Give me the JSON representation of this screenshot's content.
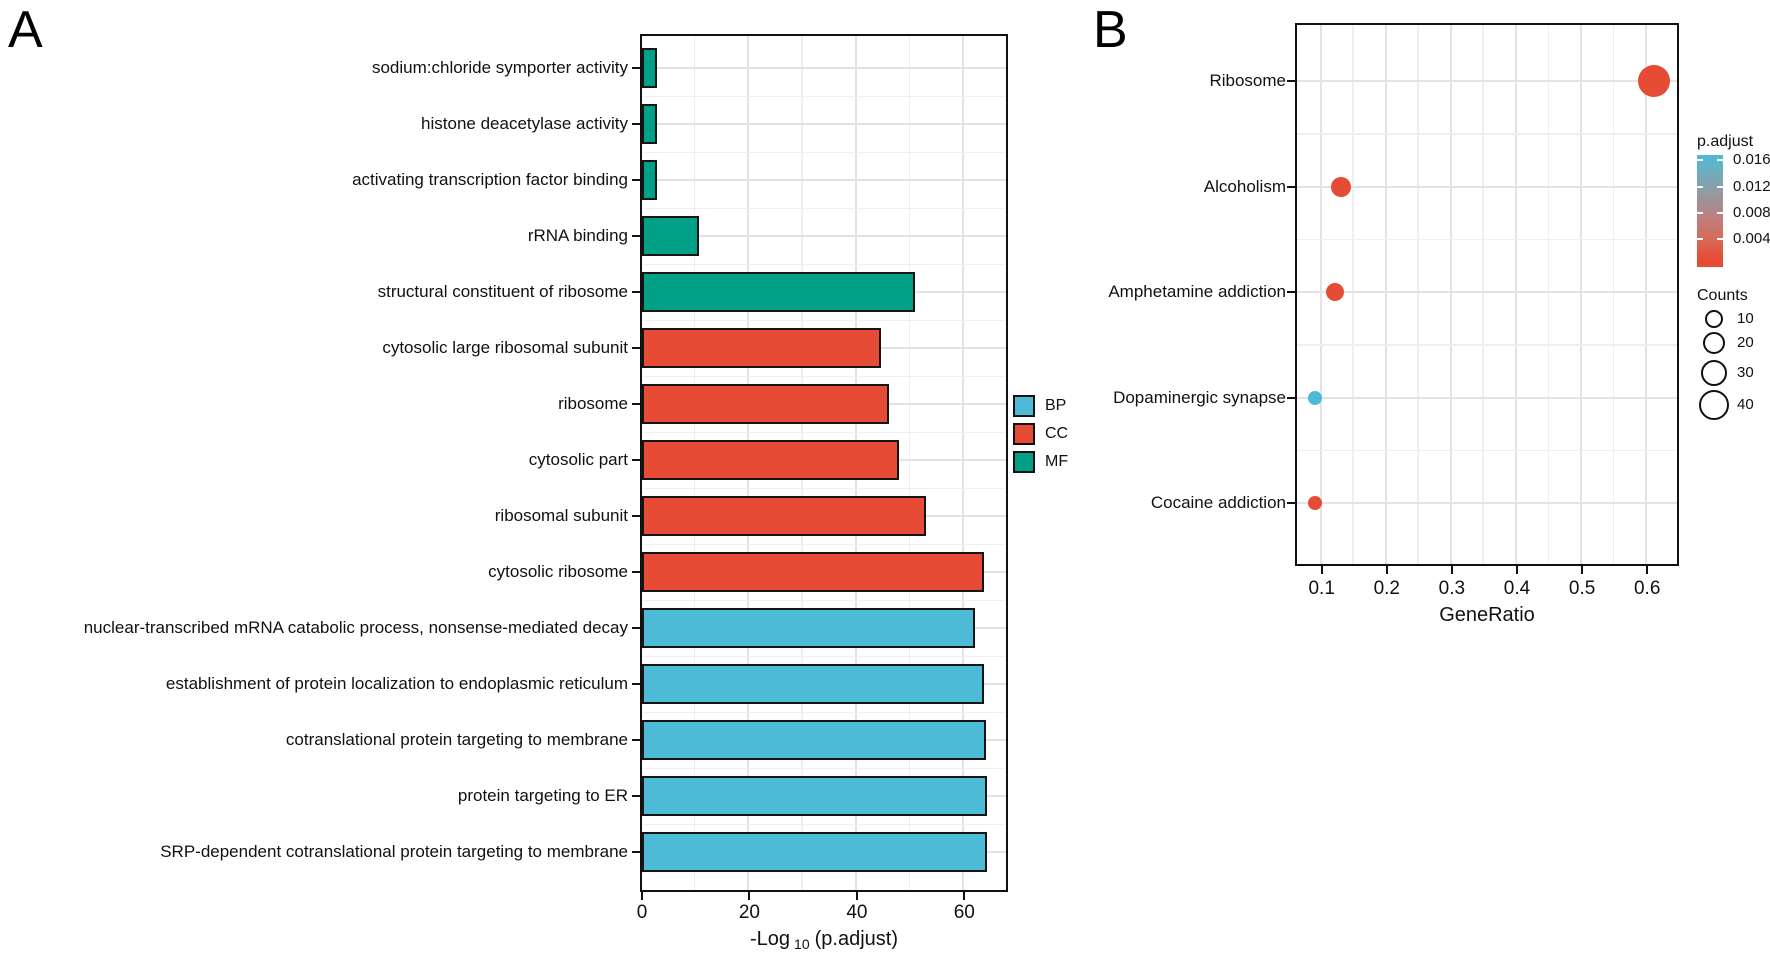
{
  "figure": {
    "panel_a_label": "A",
    "panel_b_label": "B",
    "background": "#FFFFFF"
  },
  "chart_data": [
    {
      "type": "bar",
      "orientation": "horizontal",
      "title": "",
      "xlabel": "-Log10 (p.adjust)",
      "xlabel_parts": {
        "prefix": "-Log",
        "sub": "10",
        "suffix": "(p.adjust)"
      },
      "xlim": [
        0,
        68.5
      ],
      "x_ticks": [
        0,
        20,
        40,
        60
      ],
      "grid": true,
      "legend_position": "right",
      "legend": [
        {
          "label": "BP",
          "color": "#4DBBD5"
        },
        {
          "label": "CC",
          "color": "#E64B35"
        },
        {
          "label": "MF",
          "color": "#00A087"
        }
      ],
      "categories": [
        "sodium:chloride symporter activity",
        "histone deacetylase activity",
        "activating transcription factor binding",
        "rRNA binding",
        "structural constituent of ribosome",
        "cytosolic large ribosomal subunit",
        "ribosome",
        "cytosolic part",
        "ribosomal subunit",
        "cytosolic ribosome",
        "nuclear-transcribed mRNA catabolic process, nonsense-mediated decay",
        "establishment of protein localization to endoplasmic reticulum",
        "cotranslational protein targeting to membrane",
        "protein targeting to ER",
        "SRP-dependent cotranslational protein targeting to membrane"
      ],
      "values": [
        2.8,
        2.8,
        2.8,
        10.6,
        50.8,
        44.5,
        46.0,
        47.9,
        52.9,
        63.7,
        61.9,
        63.7,
        64.0,
        64.2,
        64.3
      ],
      "groups": [
        "MF",
        "MF",
        "MF",
        "MF",
        "MF",
        "CC",
        "CC",
        "CC",
        "CC",
        "CC",
        "BP",
        "BP",
        "BP",
        "BP",
        "BP"
      ]
    },
    {
      "type": "scatter",
      "title": "",
      "xlabel": "GeneRatio",
      "xlim": [
        0.062,
        0.652
      ],
      "x_ticks": [
        0.1,
        0.2,
        0.3,
        0.4,
        0.5,
        0.6
      ],
      "grid": true,
      "categories": [
        "Ribosome",
        "Alcoholism",
        "Amphetamine addiction",
        "Dopaminergic synapse",
        "Cocaine addiction"
      ],
      "points": [
        {
          "pathway": "Ribosome",
          "gene_ratio": 0.61,
          "counts": 45,
          "p_adjust_approx": 0.001,
          "color": "#E64B35",
          "radius_px": 16
        },
        {
          "pathway": "Alcoholism",
          "gene_ratio": 0.13,
          "counts": 12,
          "p_adjust_approx": 0.002,
          "color": "#E64B35",
          "radius_px": 10
        },
        {
          "pathway": "Amphetamine addiction",
          "gene_ratio": 0.12,
          "counts": 10,
          "p_adjust_approx": 0.002,
          "color": "#E64B35",
          "radius_px": 9
        },
        {
          "pathway": "Dopaminergic synapse",
          "gene_ratio": 0.09,
          "counts": 6,
          "p_adjust_approx": 0.016,
          "color": "#4DBBD5",
          "radius_px": 7
        },
        {
          "pathway": "Cocaine addiction",
          "gene_ratio": 0.09,
          "counts": 8,
          "p_adjust_approx": 0.003,
          "color": "#E64B35",
          "radius_px": 7
        }
      ],
      "color_legend": {
        "title": "p.adjust",
        "tick_labels": [
          "0.016",
          "0.012",
          "0.008",
          "0.004"
        ],
        "top_color": "#4DBBD5",
        "bottom_color": "#E64B35"
      },
      "size_legend": {
        "title": "Counts",
        "entries": [
          {
            "label": "10",
            "radius_px": 9
          },
          {
            "label": "20",
            "radius_px": 11
          },
          {
            "label": "30",
            "radius_px": 13
          },
          {
            "label": "40",
            "radius_px": 15
          }
        ]
      }
    }
  ]
}
